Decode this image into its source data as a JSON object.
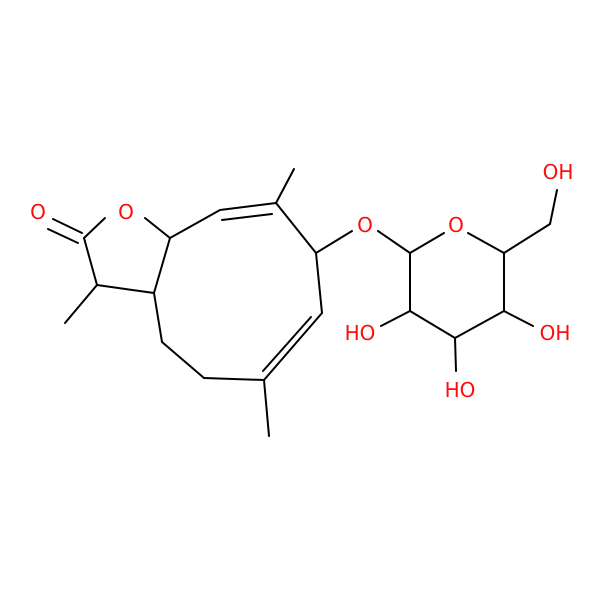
{
  "molecule": {
    "colors": {
      "bond": "#000000",
      "oxygen": "#ff0d0d",
      "background": "#ffffff"
    },
    "atom_labels": {
      "carbonyl_o": "O",
      "lactone_o": "O",
      "ether_o": "O",
      "ring_o": "O",
      "oh_ch2": "OH",
      "oh_c2": "HO",
      "oh_c3": "HO",
      "oh_c4": "OH"
    }
  }
}
